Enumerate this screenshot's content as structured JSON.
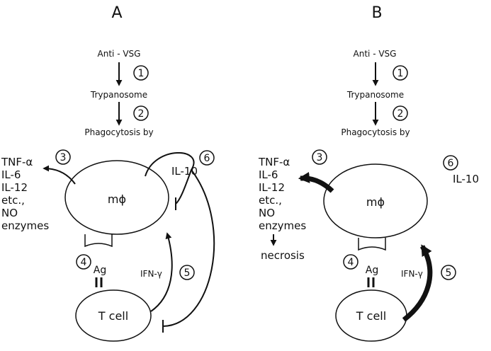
{
  "panels": {
    "a": {
      "title": "A",
      "anti_vsg": "Anti - VSG",
      "trypanosome": "Trypanosome",
      "phagocytosis": "Phagocytosis by",
      "macrophage": "mϕ",
      "t_cell": "T cell",
      "ag": "Ag",
      "il10": "IL-10",
      "ifn": "IFN-γ",
      "cytokines": [
        "TNF-α",
        "IL-6",
        "IL-12",
        "etc.,",
        "NO",
        "enzymes"
      ],
      "steps": [
        "1",
        "2",
        "3",
        "4",
        "5",
        "6"
      ]
    },
    "b": {
      "title": "B",
      "anti_vsg": "Anti - VSG",
      "trypanosome": "Trypanosome",
      "phagocytosis": "Phagocytosis by",
      "macrophage": "mϕ",
      "t_cell": "T cell",
      "ag": "Ag",
      "il10": "IL-10",
      "ifn": "IFN-γ",
      "cytokines": [
        "TNF-α",
        "IL-6",
        "IL-12",
        "etc.,",
        "NO",
        "enzymes"
      ],
      "necrosis": "necrosis",
      "steps": [
        "1",
        "2",
        "3",
        "4",
        "5",
        "6"
      ]
    }
  },
  "colors": {
    "ink": "#111111",
    "background": "#ffffff"
  }
}
